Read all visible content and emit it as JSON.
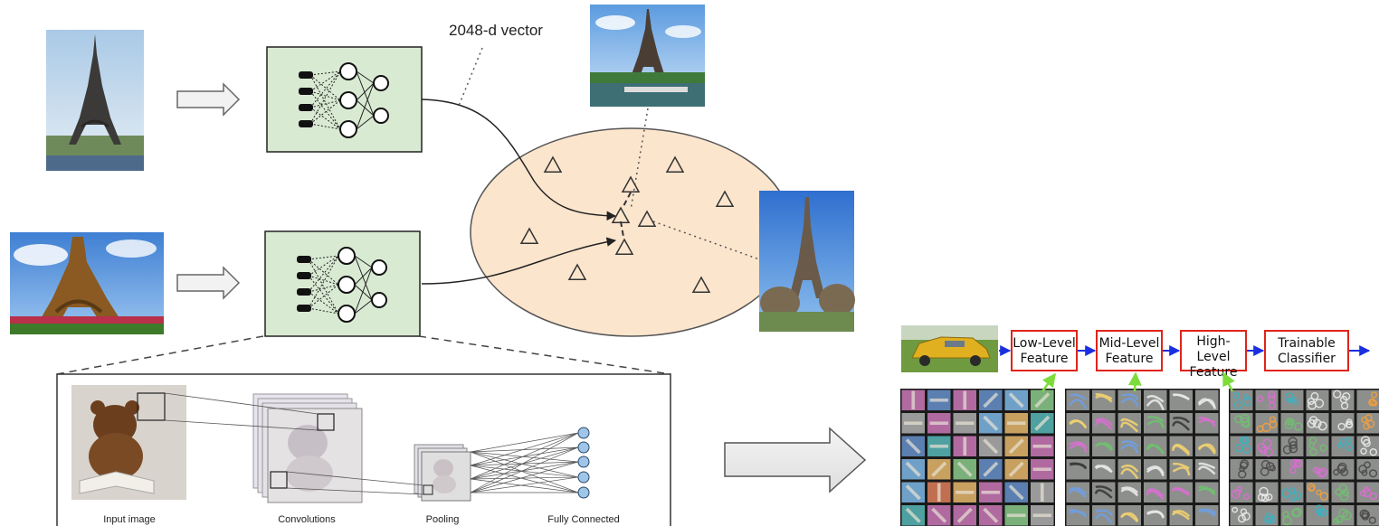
{
  "vector_label": "2048-d vector",
  "cnn_stages": {
    "input": "Input image",
    "conv": "Convolutions",
    "pool": "Pooling",
    "fc": "Fully Connected"
  },
  "feature_pipeline": [
    "Low-Level Feature",
    "Mid-Level Feature",
    "High-Level Feature",
    "Trainable Classifier"
  ],
  "colors": {
    "network_box": "#d9ead3",
    "embedding_space": "#fce5cd",
    "pipeline_box_border": "#e0241b",
    "pipeline_arrow": "#1a2fe0",
    "feature_link": "#7ddc3a",
    "fc_node": "#9fc5e8"
  },
  "icons": {
    "photo": "eiffel-tower-photo",
    "query_point": "triangle-icon"
  }
}
